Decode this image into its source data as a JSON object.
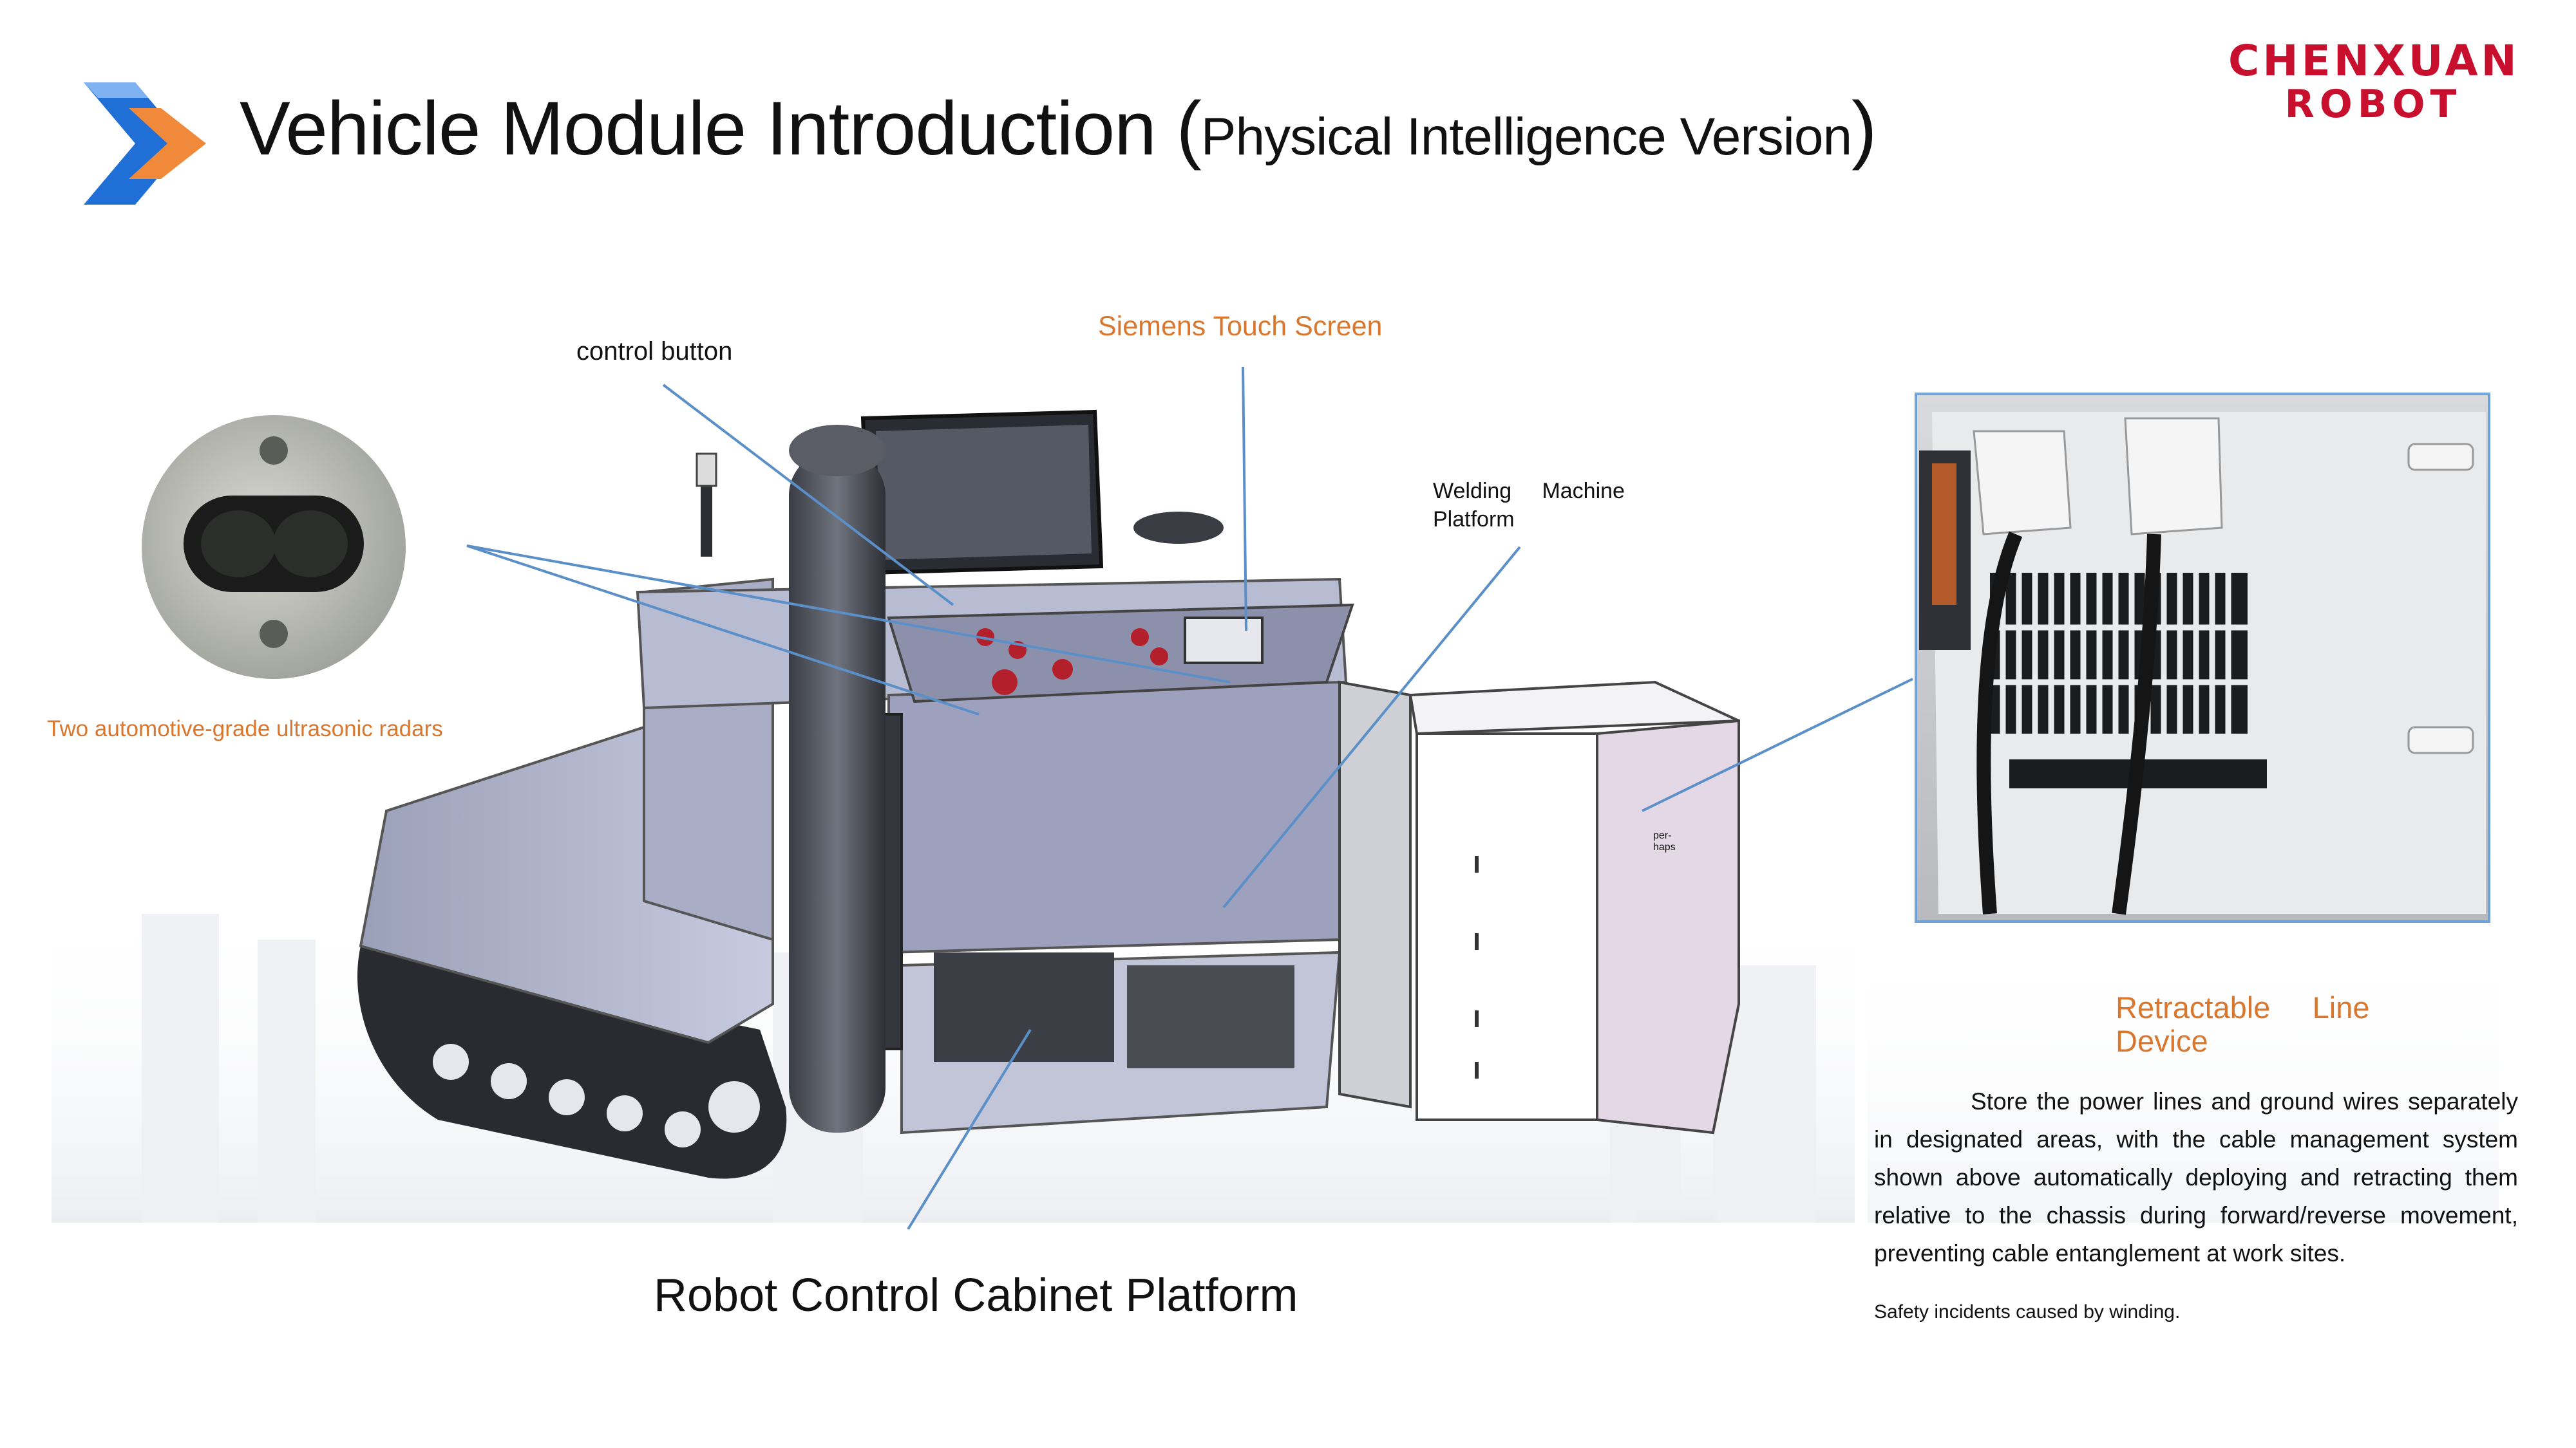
{
  "slide": {
    "title_main": "Vehicle Module Introduction (",
    "title_sub": "Physical Intelligence Version",
    "title_close": ")",
    "logo_line1": "CHENXUAN",
    "logo_line2": "ROBOT"
  },
  "labels": {
    "control_button": "control button",
    "touch_screen": "Siemens Touch Screen",
    "welding_line1": "Welding     Machine",
    "welding_line2": "Platform",
    "radars": "Two automotive-grade ultrasonic radars",
    "retractable_line1": "Retractable     Line",
    "retractable_line2": "Device",
    "cabinet": "Robot Control Cabinet Platform",
    "perhaps_1": "per-",
    "perhaps_2": "haps"
  },
  "description": "Store the power lines and ground wires separately in designated areas, with the cable management system shown above automatically deploying and retracting them relative to the chassis during forward/reverse movement, preventing cable entanglement at work sites.",
  "note": "Safety incidents caused by winding.",
  "colors": {
    "accent_orange": "#d9772e",
    "chevron_blue": "#1f6fd6",
    "chevron_orange": "#f08a3a",
    "logo_red": "#c8102e",
    "leader_blue": "#5b8fc8"
  }
}
